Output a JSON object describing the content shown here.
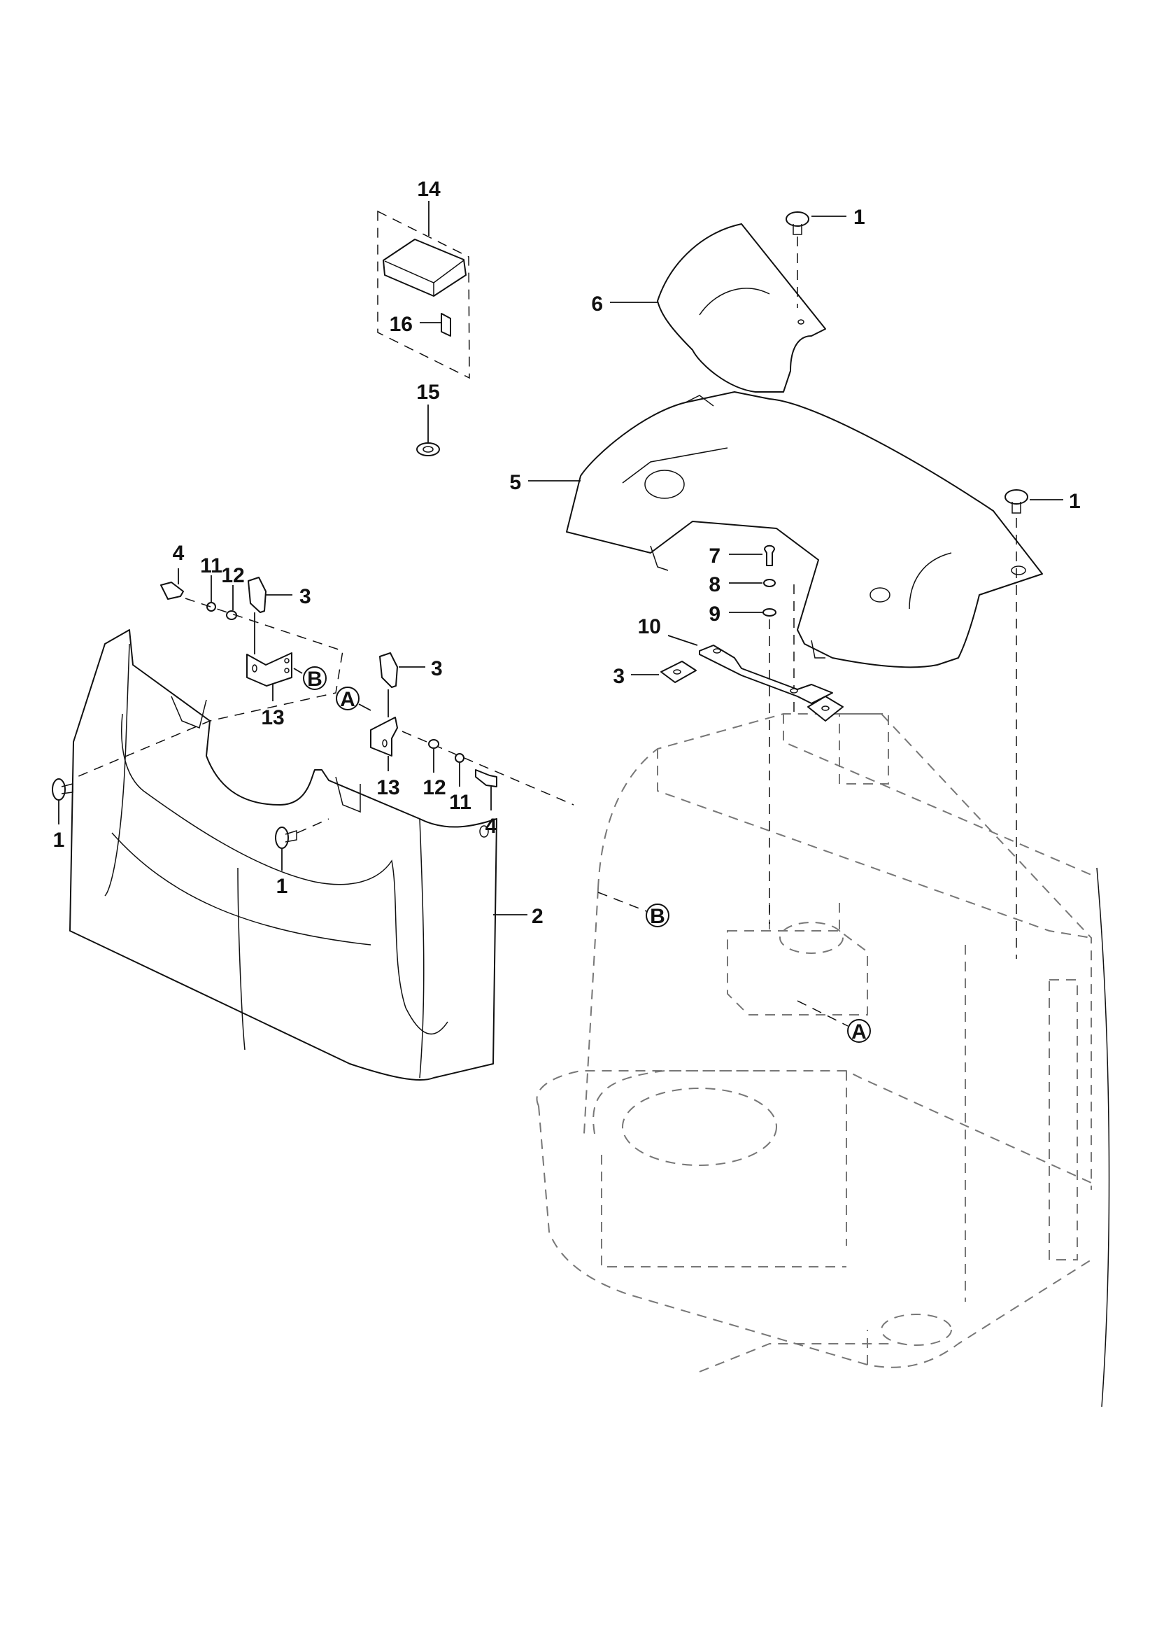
{
  "diagram": {
    "type": "exploded-parts-view",
    "callouts": [
      {
        "id": "c1a",
        "label": "1",
        "part": "push-rivet"
      },
      {
        "id": "c1b",
        "label": "1",
        "part": "push-rivet"
      },
      {
        "id": "c1c",
        "label": "1",
        "part": "push-rivet"
      },
      {
        "id": "c1d",
        "label": "1",
        "part": "push-rivet"
      },
      {
        "id": "c2",
        "label": "2",
        "part": "front-cover-panel"
      },
      {
        "id": "c3a",
        "label": "3",
        "part": "spring-nut-clip"
      },
      {
        "id": "c3b",
        "label": "3",
        "part": "spring-nut-clip"
      },
      {
        "id": "c3c",
        "label": "3",
        "part": "spring-nut-clip"
      },
      {
        "id": "c4a",
        "label": "4",
        "part": "bolt"
      },
      {
        "id": "c4b",
        "label": "4",
        "part": "bolt"
      },
      {
        "id": "c5",
        "label": "5",
        "part": "top-cover"
      },
      {
        "id": "c6",
        "label": "6",
        "part": "steering-column-cover"
      },
      {
        "id": "c7",
        "label": "7",
        "part": "screw"
      },
      {
        "id": "c8",
        "label": "8",
        "part": "lock-washer"
      },
      {
        "id": "c9",
        "label": "9",
        "part": "flat-washer"
      },
      {
        "id": "c10",
        "label": "10",
        "part": "support-bracket"
      },
      {
        "id": "c11a",
        "label": "11",
        "part": "lock-washer"
      },
      {
        "id": "c11b",
        "label": "11",
        "part": "lock-washer"
      },
      {
        "id": "c12a",
        "label": "12",
        "part": "flat-washer"
      },
      {
        "id": "c12b",
        "label": "12",
        "part": "flat-washer"
      },
      {
        "id": "c13a",
        "label": "13",
        "part": "angle-bracket"
      },
      {
        "id": "c13b",
        "label": "13",
        "part": "angle-bracket"
      },
      {
        "id": "c14",
        "label": "14",
        "part": "foam-block-kit"
      },
      {
        "id": "c15",
        "label": "15",
        "part": "washer"
      },
      {
        "id": "c16",
        "label": "16",
        "part": "label-tag"
      }
    ],
    "reference_markers": [
      {
        "id": "refA1",
        "label": "A"
      },
      {
        "id": "refA2",
        "label": "A"
      },
      {
        "id": "refB1",
        "label": "B"
      },
      {
        "id": "refB2",
        "label": "B"
      }
    ]
  }
}
